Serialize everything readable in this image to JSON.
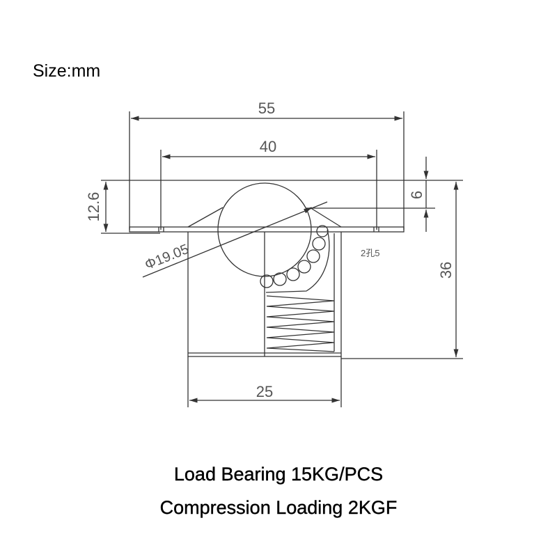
{
  "header": {
    "size_label": "Size:mm"
  },
  "dimensions": {
    "overall_width": "55",
    "hole_spacing": "40",
    "ball_height": "12.6",
    "flange_offset": "6",
    "total_height": "36",
    "body_width": "25",
    "ball_diameter": "Φ19.05",
    "holes": "2孔5"
  },
  "captions": {
    "load_bearing": "Load Bearing 15KG/PCS",
    "compression": "Compression Loading 2KGF"
  }
}
